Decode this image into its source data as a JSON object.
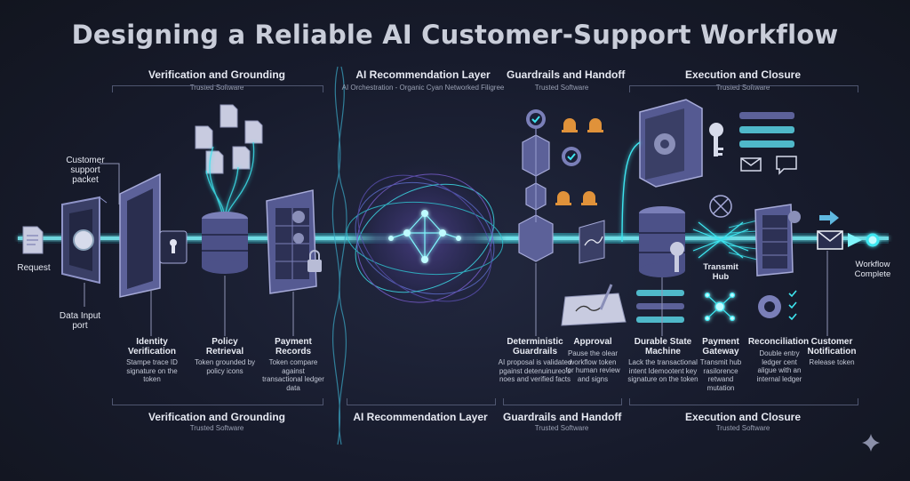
{
  "title": "Designing a Reliable AI Customer-Support Workflow",
  "sections_top": [
    {
      "title": "Verification and Grounding",
      "sub": "Trusted Software"
    },
    {
      "title": "AI Recommendation Layer",
      "sub": "AI Orchestration - Organic Cyan Networked Filigree"
    },
    {
      "title": "Guardrails and Handoff",
      "sub": "Trusted Software"
    },
    {
      "title": "Execution and Closure",
      "sub": "Trusted Software"
    }
  ],
  "sections_bottom": [
    {
      "title": "Verification and Grounding",
      "sub": "Trusted Software"
    },
    {
      "title": "AI Recommendation Layer",
      "sub": ""
    },
    {
      "title": "Guardrails and Handoff",
      "sub": "Trusted Software"
    },
    {
      "title": "Execution and Closure",
      "sub": "Trusted Software"
    }
  ],
  "labels": {
    "request": "Request",
    "customer_support_packet": "Customer support packet",
    "data_input_port": "Data Input port",
    "transmit_hub": "Transmit Hub",
    "workflow_complete": "Workflow Complete"
  },
  "steps": [
    {
      "title": "Identity Verification",
      "desc": "Stampe trace ID signature on the token"
    },
    {
      "title": "Policy Retrieval",
      "desc": "Token grounded by policy icons"
    },
    {
      "title": "Payment Records",
      "desc": "Token compare against transactional ledger data"
    },
    {
      "title": "Deterministic Guardrails",
      "desc": "AI proposal is validated pgainst detenuinureo's noes and verified facts"
    },
    {
      "title": "Approval",
      "desc": "Pause the olear workflow token for human review and signs"
    },
    {
      "title": "Durable State Machine",
      "desc": "Lack the transactional intent Idemootent key signature on the token"
    },
    {
      "title": "Payment Gateway",
      "desc": "Transmit hub rasilorence retwand mutation"
    },
    {
      "title": "Reconciliation",
      "desc": "Double entry ledger cent aligue with an internal ledger"
    },
    {
      "title": "Customer Notification",
      "desc": "Release token"
    }
  ],
  "colors": {
    "background": "#171b2c",
    "accent_cyan": "#3ee6f0",
    "device_purple": "#6b6fa8",
    "warning_orange": "#e0923a",
    "text": "#e6e9f2"
  }
}
